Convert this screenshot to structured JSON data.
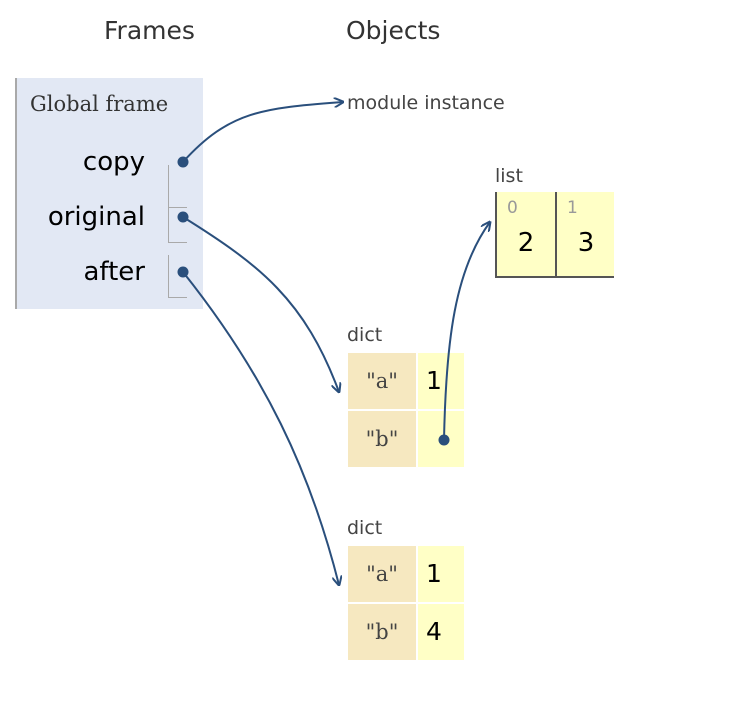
{
  "headings": {
    "frames": "Frames",
    "objects": "Objects"
  },
  "global_frame": {
    "title": "Global frame",
    "variables": [
      {
        "name": "copy"
      },
      {
        "name": "original"
      },
      {
        "name": "after"
      }
    ]
  },
  "objects": {
    "module": {
      "label": "module instance"
    },
    "list": {
      "label": "list",
      "items": [
        {
          "index": "0",
          "value": "2"
        },
        {
          "index": "1",
          "value": "3"
        }
      ]
    },
    "dict1": {
      "label": "dict",
      "entries": [
        {
          "key": "\"a\"",
          "value": "1"
        },
        {
          "key": "\"b\"",
          "value": ""
        }
      ]
    },
    "dict2": {
      "label": "dict",
      "entries": [
        {
          "key": "\"a\"",
          "value": "1"
        },
        {
          "key": "\"b\"",
          "value": "4"
        }
      ]
    }
  },
  "colors": {
    "frame_bg": "#e2e8f4",
    "pointer": "#2a4f7c",
    "dict_key_bg": "#f6e8c0",
    "value_bg": "#ffffc6"
  }
}
